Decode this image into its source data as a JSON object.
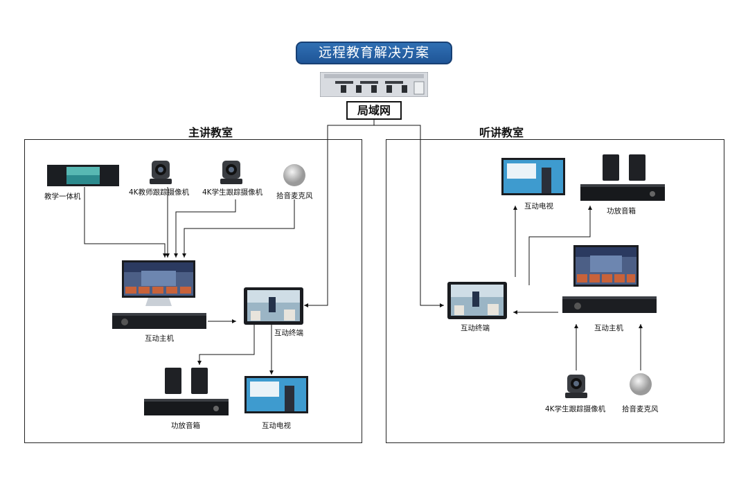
{
  "header": {
    "title": "远程教育解决方案",
    "lan": "局域网"
  },
  "main_room": {
    "title": "主讲教室",
    "devices": {
      "smartboard": "教学一体机",
      "teacher_cam": "4K教师跟踪摄像机",
      "student_cam": "4K学生跟踪摄像机",
      "mic": "拾音麦克风",
      "host": "互动主机",
      "terminal": "互动终端",
      "speakers": "功放音箱",
      "tv": "互动电视"
    }
  },
  "listen_room": {
    "title": "听讲教室",
    "devices": {
      "tv": "互动电视",
      "speakers": "功放音箱",
      "terminal": "互动终端",
      "host": "互动主机",
      "student_cam": "4K学生跟踪摄像机",
      "mic": "拾音麦克风"
    }
  },
  "colors": {
    "title_bg": "#1f5597",
    "line": "#111111"
  }
}
